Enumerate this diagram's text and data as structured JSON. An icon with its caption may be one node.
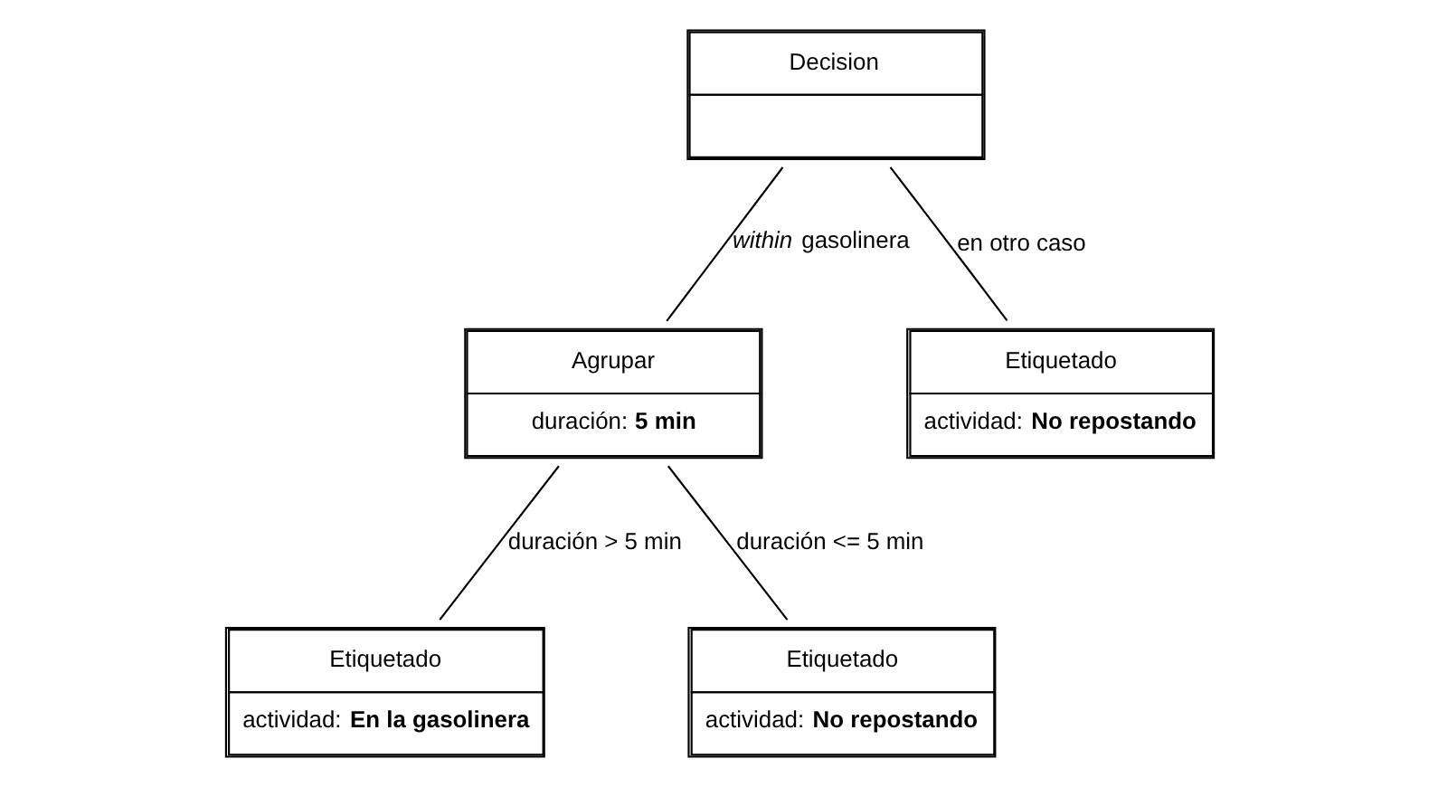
{
  "diagram": {
    "nodes": [
      {
        "text": [
          "Decision"
        ]
      },
      {
        "text": [
          "Agrupar",
          "duración: **5 min**"
        ]
      },
      {
        "text": [
          "Etiquetado",
          "actividad: **No repostando**"
        ]
      },
      {
        "text": [
          "Etiquetado",
          "actividad: **En la gasolinera**"
        ]
      },
      {
        "text": [
          "Etiquetado",
          "actividad: **No repostando**"
        ]
      }
    ],
    "edges": [
      {
        "from": 0,
        "to": 1,
        "arrow": "none",
        "label": "*within* gasolinera"
      },
      {
        "from": 0,
        "to": 2,
        "arrow": "none",
        "label": "en otro caso"
      },
      {
        "from": 1,
        "to": 3,
        "arrow": "none",
        "label": "duración > 5 min"
      },
      {
        "from": 1,
        "to": 4,
        "arrow": "none",
        "label": "duración <= 5 min"
      }
    ]
  }
}
